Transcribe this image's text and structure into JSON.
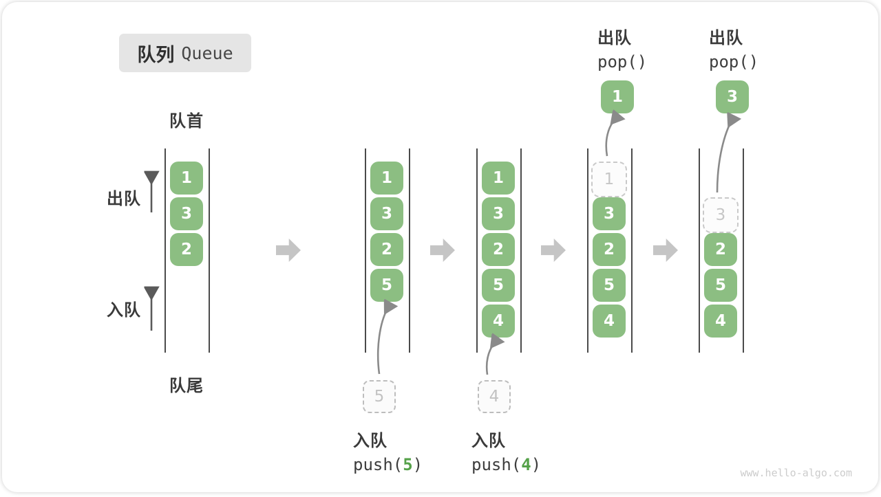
{
  "title": {
    "zh": "队列",
    "en": "Queue"
  },
  "side_labels": {
    "front": "队首",
    "rear": "队尾",
    "dequeue": "出队",
    "enqueue": "入队"
  },
  "queues": [
    {
      "items": [
        {
          "v": "1",
          "slot": 0,
          "kind": "solid"
        },
        {
          "v": "3",
          "slot": 1,
          "kind": "solid"
        },
        {
          "v": "2",
          "slot": 2,
          "kind": "solid"
        }
      ]
    },
    {
      "items": [
        {
          "v": "1",
          "slot": 0,
          "kind": "solid"
        },
        {
          "v": "3",
          "slot": 1,
          "kind": "solid"
        },
        {
          "v": "2",
          "slot": 2,
          "kind": "solid"
        },
        {
          "v": "5",
          "slot": 3,
          "kind": "solid"
        }
      ]
    },
    {
      "items": [
        {
          "v": "1",
          "slot": 0,
          "kind": "solid"
        },
        {
          "v": "3",
          "slot": 1,
          "kind": "solid"
        },
        {
          "v": "2",
          "slot": 2,
          "kind": "solid"
        },
        {
          "v": "5",
          "slot": 3,
          "kind": "solid"
        },
        {
          "v": "4",
          "slot": 4,
          "kind": "solid"
        }
      ]
    },
    {
      "items": [
        {
          "v": "1",
          "slot": 0,
          "kind": "ghost"
        },
        {
          "v": "3",
          "slot": 1,
          "kind": "solid"
        },
        {
          "v": "2",
          "slot": 2,
          "kind": "solid"
        },
        {
          "v": "5",
          "slot": 3,
          "kind": "solid"
        },
        {
          "v": "4",
          "slot": 4,
          "kind": "solid"
        }
      ]
    },
    {
      "items": [
        {
          "v": "3",
          "slot": 1,
          "kind": "ghost"
        },
        {
          "v": "2",
          "slot": 2,
          "kind": "solid"
        },
        {
          "v": "5",
          "slot": 3,
          "kind": "solid"
        },
        {
          "v": "4",
          "slot": 4,
          "kind": "solid"
        }
      ]
    }
  ],
  "push_ops": [
    {
      "label": "入队",
      "fn_open": "push(",
      "arg": "5",
      "fn_close": ")"
    },
    {
      "label": "入队",
      "fn_open": "push(",
      "arg": "4",
      "fn_close": ")"
    }
  ],
  "pop_ops": [
    {
      "label": "出队",
      "code": "pop()"
    },
    {
      "label": "出队",
      "code": "pop()"
    }
  ],
  "staged_values": [
    "5",
    "4"
  ],
  "popped_values": [
    "1",
    "3"
  ],
  "watermark": "www.hello-algo.com",
  "colors": {
    "box_green": "#8cbe82",
    "code_green": "#55a149",
    "block_arrow_gray": "#c5c5c5",
    "curve_arrow_gray": "#8a8a8a",
    "ink": "#3a3a3a",
    "ghost_gray": "#c6c6c6"
  }
}
